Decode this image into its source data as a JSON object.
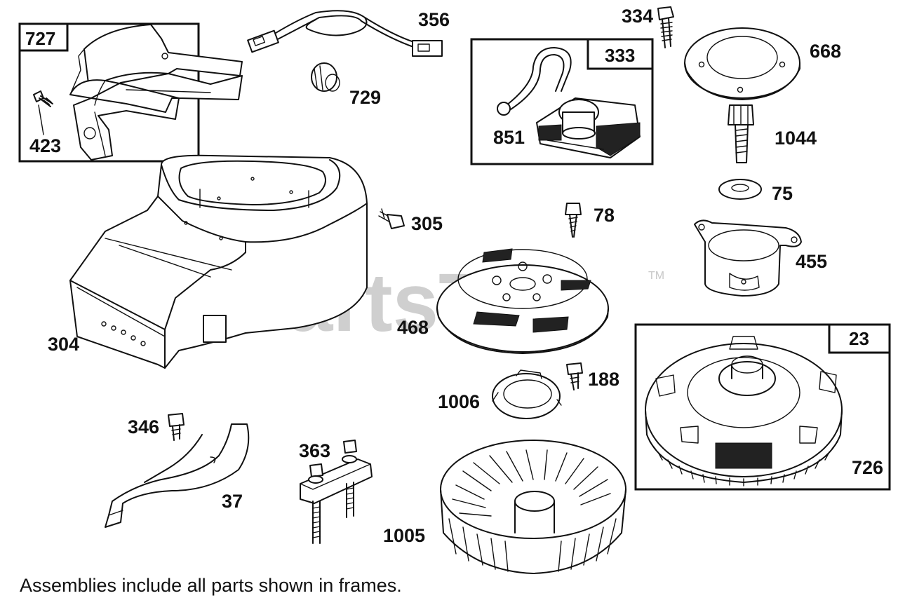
{
  "watermark": {
    "text": "PartsTree",
    "trademark": "TM"
  },
  "footnote": "Assemblies include all parts shown in frames.",
  "frames": {
    "f727": "727",
    "f333": "333",
    "f23": "23"
  },
  "parts": {
    "p727": "727",
    "p423": "423",
    "p356": "356",
    "p729": "729",
    "p334": "334",
    "p333": "333",
    "p851": "851",
    "p668": "668",
    "p1044": "1044",
    "p75": "75",
    "p304": "304",
    "p305": "305",
    "p78": "78",
    "p455": "455",
    "p468": "468",
    "p23": "23",
    "p188": "188",
    "p1006": "1006",
    "p346": "346",
    "p363": "363",
    "p37": "37",
    "p1005": "1005",
    "p726": "726"
  }
}
